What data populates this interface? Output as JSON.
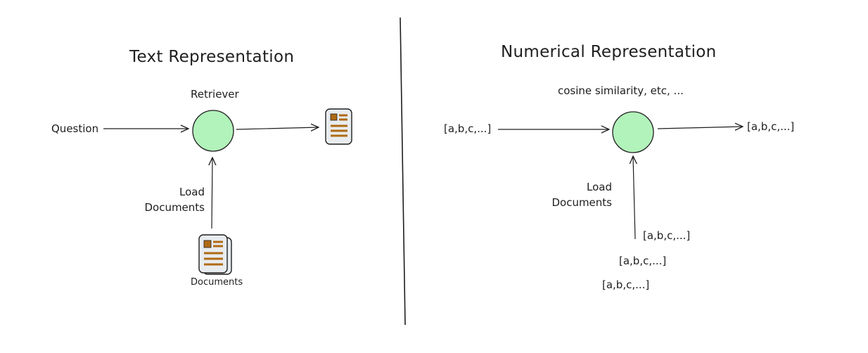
{
  "left_panel": {
    "title": "Text Representation",
    "node_label": "Retriever",
    "input_label": "Question",
    "load_label_line1": "Load",
    "load_label_line2": "Documents",
    "source_label": "Documents"
  },
  "right_panel": {
    "title": "Numerical Representation",
    "node_label": "cosine similarity, etc, ...",
    "input_vector": "[a,b,c,...]",
    "output_vector": "[a,b,c,...]",
    "load_label_line1": "Load",
    "load_label_line2": "Documents",
    "document_vectors": [
      "[a,b,c,...]",
      "[a,b,c,...]",
      "[a,b,c,...]"
    ]
  },
  "colors": {
    "node_fill": "#b2f2bb",
    "node_stroke": "#1e1e1e",
    "doc_fill": "#e9ecef",
    "doc_accent": "#b06a14",
    "ink": "#1e1e1e"
  },
  "icons": {
    "output_document": "document-icon",
    "document_stack": "document-stack-icon"
  }
}
